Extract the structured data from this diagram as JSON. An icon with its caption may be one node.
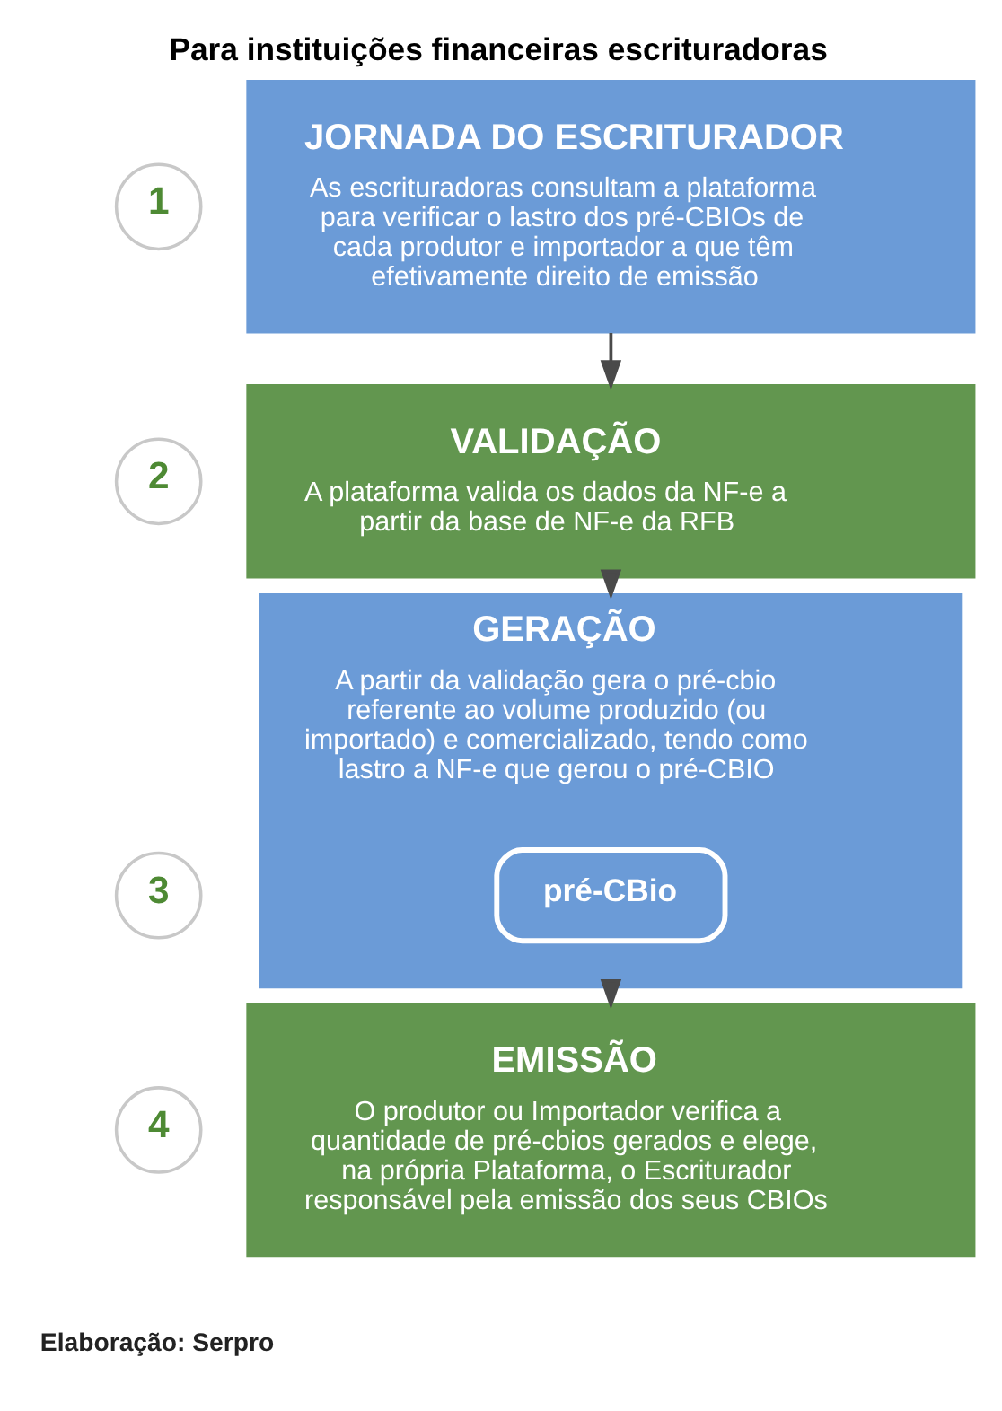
{
  "diagram": {
    "title": "Para instituições financeiras escrituradoras",
    "nodes": [
      {
        "text": [
          "1"
        ]
      },
      {
        "text": [
          "JORNADA DO ESCRITURADOR",
          "As escrituradoras consultam a plataforma para verificar o lastro dos pré-CBIOs de cada produtor e importador a que têm efetivamente direito de emissão"
        ]
      },
      {
        "text": [
          "2"
        ]
      },
      {
        "text": [
          "VALIDAÇÃO",
          "A plataforma valida os dados da NF-e a partir da base de NF-e da RFB"
        ]
      },
      {
        "text": [
          "3"
        ]
      },
      {
        "text": [
          "GERAÇÃO",
          "A partir da validação gera o pré-cbio referente ao volume produzido (ou importado) e comercializado, tendo como lastro a NF-e que gerou o pré-CBIO"
        ]
      },
      {
        "text": [
          "pré-CBio"
        ],
        "in": 5
      },
      {
        "text": [
          "4"
        ]
      },
      {
        "text": [
          "EMISSÃO",
          "O produtor ou Importador verifica a quantidade de pré-cbios gerados e elege, na própria Plataforma, o Escriturador responsável pela emissão dos seus CBIOs"
        ]
      }
    ],
    "edges": [
      {
        "from": 1,
        "to": 3,
        "arrow": "to"
      },
      {
        "from": 3,
        "to": 5,
        "arrow": "to"
      },
      {
        "from": 5,
        "to": 8,
        "arrow": "to"
      }
    ],
    "labels": [
      "Elaboração: Serpro"
    ]
  }
}
